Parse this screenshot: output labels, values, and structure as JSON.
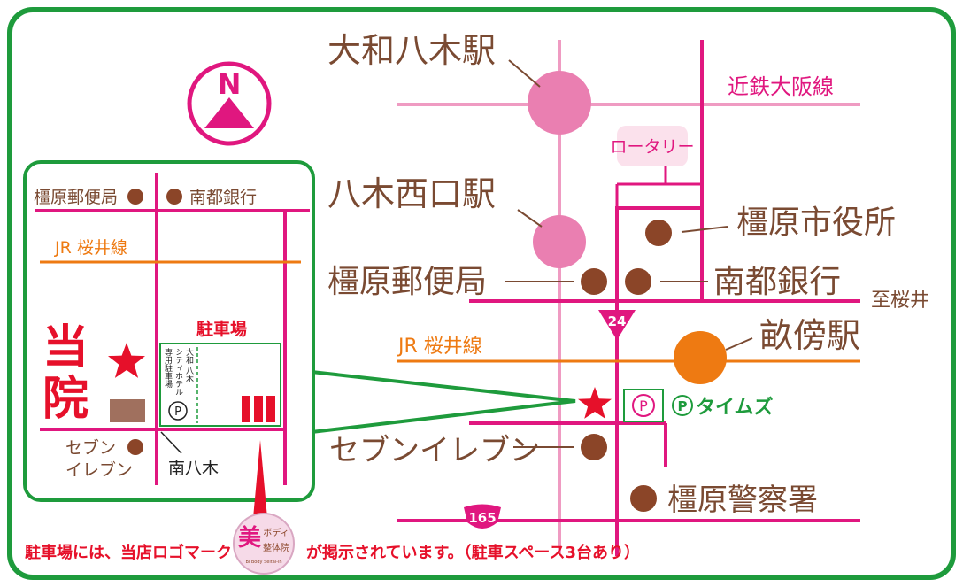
{
  "colors": {
    "frame": "#1e9b3c",
    "magenta": "#e0177f",
    "pink_road": "#ef9bc2",
    "station_pink": "#ea7fb1",
    "orange": "#ee7a12",
    "brown": "#8b4528",
    "star": "#e6102a",
    "label": "#7a4a32",
    "green": "#1e9b3c"
  },
  "compass": {
    "letter": "N"
  },
  "stations": {
    "yamato_yagi": "大和八木駅",
    "yagi_nishiguchi": "八木西口駅",
    "unebi": "畝傍駅"
  },
  "lines": {
    "kintetsu_osaka": "近鉄大阪線",
    "jr_sakurai": "JR 桜井線",
    "to_sakurai": "至桜井"
  },
  "landmarks": {
    "rotary": "ロータリー",
    "city_hall": "橿原市役所",
    "post_office": "橿原郵便局",
    "nanto_bank": "南都銀行",
    "seven_eleven": "セブンイレブン",
    "police": "橿原警察署",
    "times": "タイムズ",
    "parking_mark": "P"
  },
  "routes": {
    "r24": "24",
    "r165": "165"
  },
  "inset": {
    "clinic_line1": "当",
    "clinic_line2": "院",
    "parking_title": "駐車場",
    "post_office": "橿原郵便局",
    "nanto_bank": "南都銀行",
    "jr_sakurai": "JR 桜井線",
    "seven_line1": "セブン",
    "seven_line2": "イレブン",
    "minami_yagi": "南八木",
    "hotel_col1": "大和",
    "hotel_col2": "八木",
    "hotel_col3": "シティホテル",
    "hotel_col4": "専用駐車場",
    "hotel_lines": [
      "大和",
      "八木",
      "シティホテル",
      "専用駐車場"
    ],
    "parking_mark": "P"
  },
  "logo": {
    "main": "美",
    "side1": "ボディ",
    "side2": "整体院",
    "small": "Bi Body Seitai-in"
  },
  "footer": {
    "before": "駐車場には、当店ロゴマーク",
    "after": "が掲示されています。（駐車スペース3台あり）"
  }
}
